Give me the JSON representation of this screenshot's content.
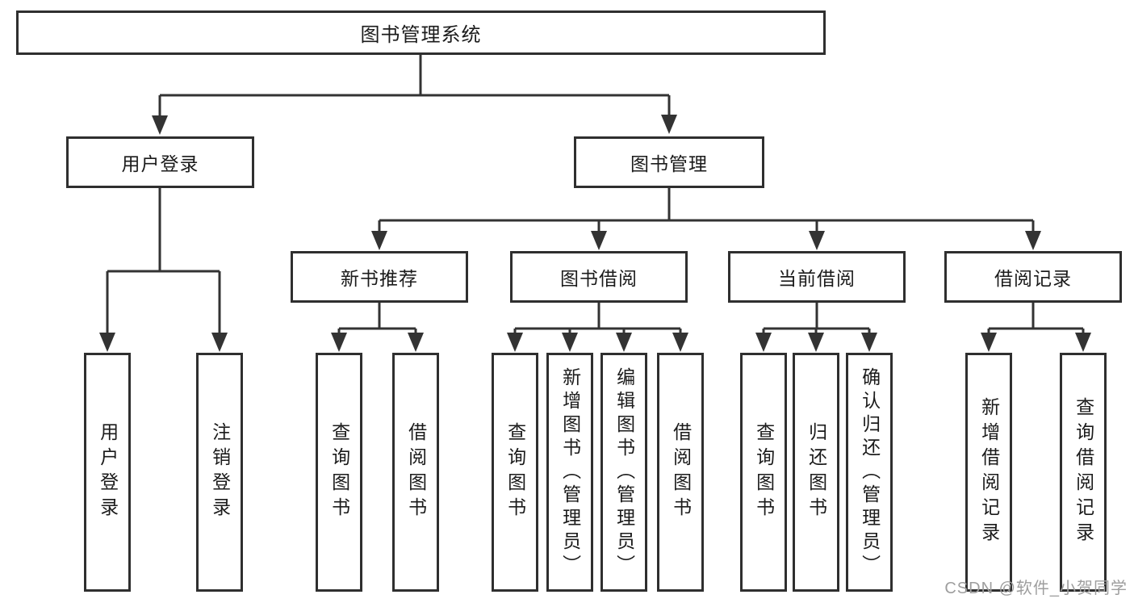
{
  "diagram": {
    "type": "tree",
    "title": "图书管理系统",
    "colors": {
      "line": "#333333",
      "box_border": "#2f2f2f",
      "box_fill": "#ffffff",
      "text": "#1b1b1b"
    },
    "root": {
      "label": "图书管理系统",
      "children": [
        {
          "label": "用户登录",
          "children": [
            {
              "label": "用户登录"
            },
            {
              "label": "注销登录"
            }
          ]
        },
        {
          "label": "图书管理",
          "children": [
            {
              "label": "新书推荐",
              "children": [
                {
                  "label": "查询图书"
                },
                {
                  "label": "借阅图书"
                }
              ]
            },
            {
              "label": "图书借阅",
              "children": [
                {
                  "label": "查询图书"
                },
                {
                  "label": "新增图书（管理员）"
                },
                {
                  "label": "编辑图书（管理员）"
                },
                {
                  "label": "借阅图书"
                }
              ]
            },
            {
              "label": "当前借阅",
              "children": [
                {
                  "label": "查询图书"
                },
                {
                  "label": "归还图书"
                },
                {
                  "label": "确认归还（管理员）"
                }
              ]
            },
            {
              "label": "借阅记录",
              "children": [
                {
                  "label": "新增借阅记录"
                },
                {
                  "label": "查询借阅记录"
                }
              ]
            }
          ]
        }
      ]
    }
  },
  "watermark": {
    "text": "CSDN @软件_小贺同学",
    "color": "#9e9e9e"
  }
}
